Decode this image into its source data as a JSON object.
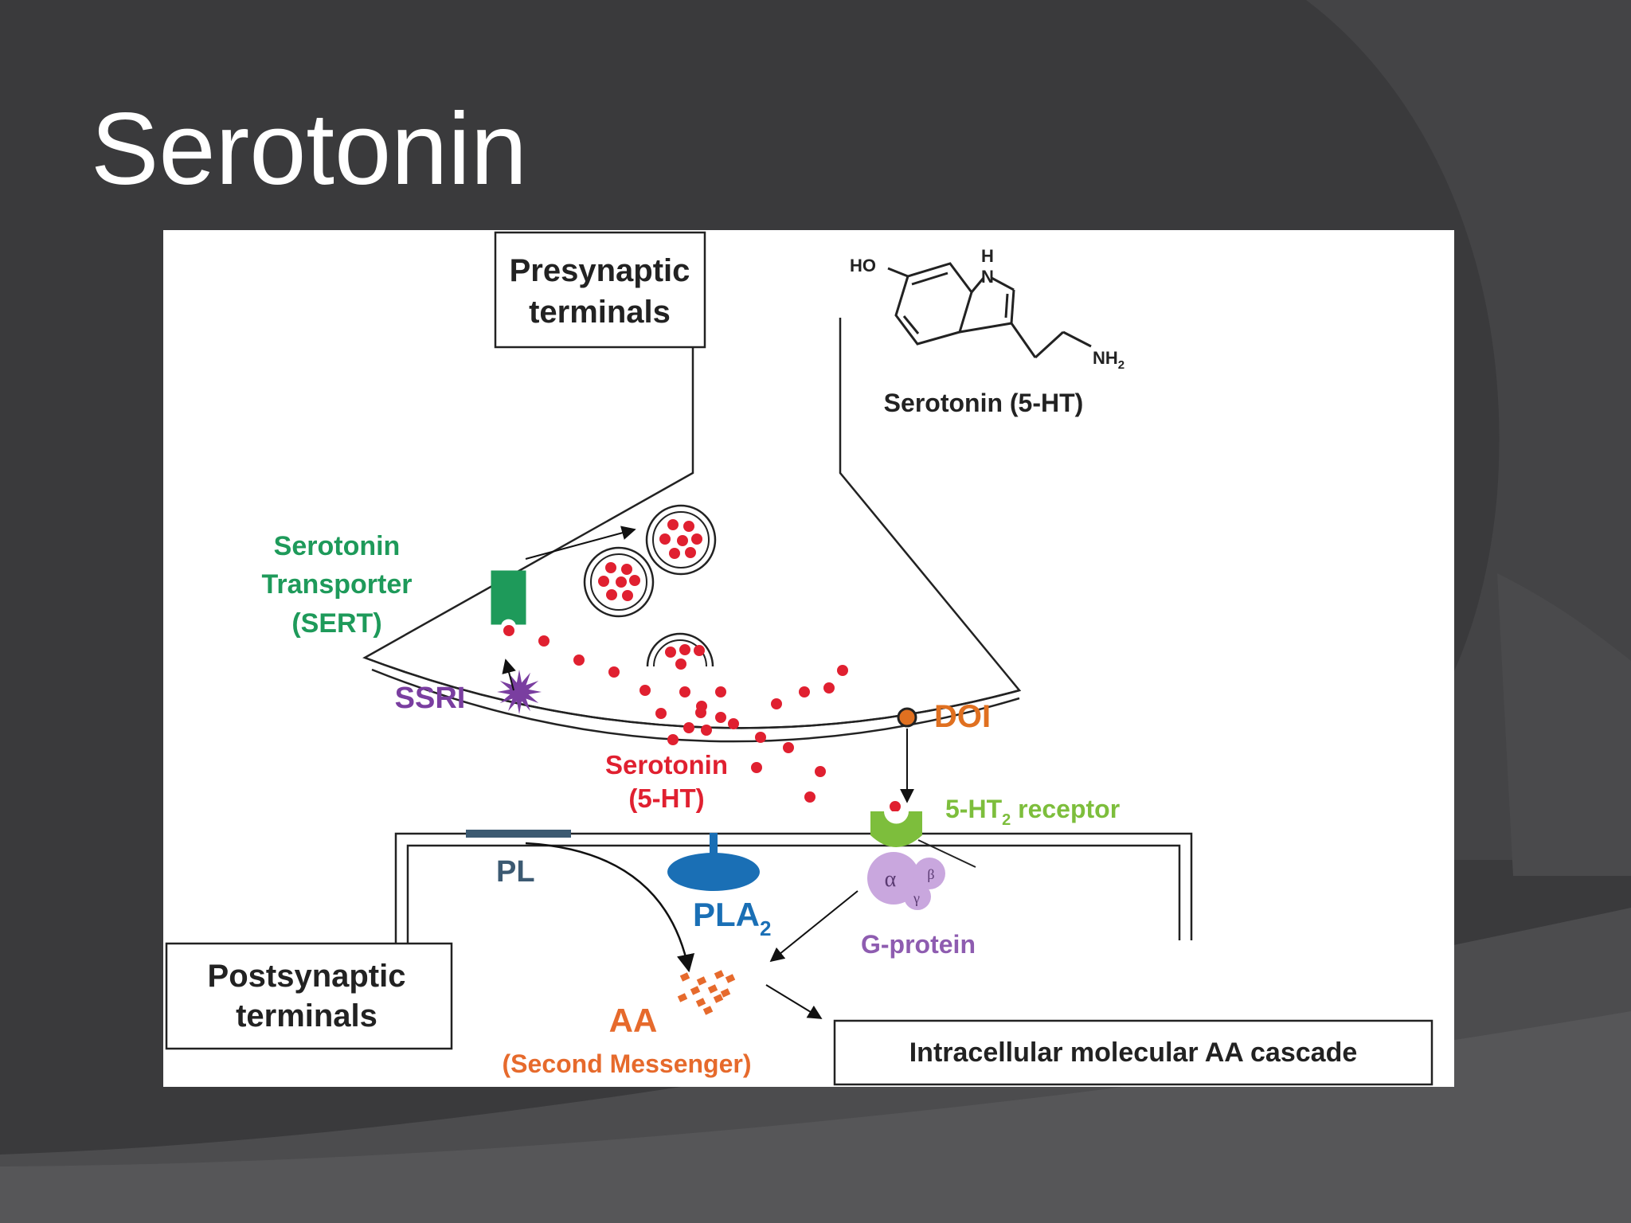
{
  "slide": {
    "title": "Serotonin"
  },
  "diagram": {
    "presynaptic_box": [
      "Presynaptic",
      "terminals"
    ],
    "postsynaptic_box": [
      "Postsynaptic",
      "terminals"
    ],
    "molecule": {
      "ho": "HO",
      "h": "H",
      "n": "N",
      "nh2": "NH",
      "nh2_sub": "2",
      "caption": "Serotonin (5-HT)"
    },
    "sert_label": [
      "Serotonin",
      "Transporter",
      "(SERT)"
    ],
    "ssri_label": "SSRI",
    "serotonin_label": [
      "Serotonin",
      "(5-HT)"
    ],
    "doi_label": "DOI",
    "receptor_label": {
      "prefix": "5-HT",
      "sub": "2",
      "suffix": " receptor"
    },
    "pl_label": "PL",
    "pla2_label": {
      "text": "PLA",
      "sub": "2"
    },
    "gprotein_label": "G-protein",
    "gprotein_subunits": {
      "alpha": "α",
      "beta": "β",
      "gamma": "γ"
    },
    "aa_label": "AA",
    "second_messenger_label": "(Second Messenger)",
    "cascade_label": "Intracellular molecular AA cascade",
    "colors": {
      "serotonin": "#e02030",
      "sert": "#1e9a5a",
      "ssri": "#7a3ea0",
      "doi": "#e07020",
      "receptor": "#7dbe3c",
      "pla2": "#1a6fb5",
      "pl": "#3c5a72",
      "gprotein": "#8e5cb0",
      "aa": "#e66a2c"
    }
  }
}
